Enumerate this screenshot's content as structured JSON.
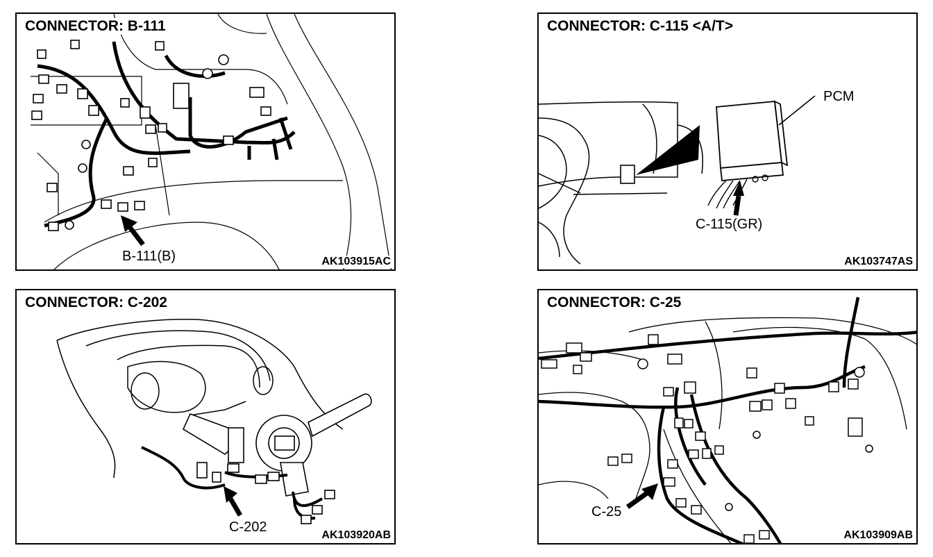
{
  "panels": [
    {
      "title": "CONNECTOR: B-111",
      "code": "AK103915AC",
      "labels": [
        "B-111(B)"
      ]
    },
    {
      "title": "CONNECTOR: C-115 <A/T>",
      "code": "AK103747AS",
      "labels": [
        "PCM",
        "C-115(GR)"
      ]
    },
    {
      "title": "CONNECTOR: C-202",
      "code": "AK103920AB",
      "labels": [
        "C-202"
      ]
    },
    {
      "title": "CONNECTOR: C-25",
      "code": "AK103909AB",
      "labels": [
        "C-25"
      ]
    }
  ]
}
